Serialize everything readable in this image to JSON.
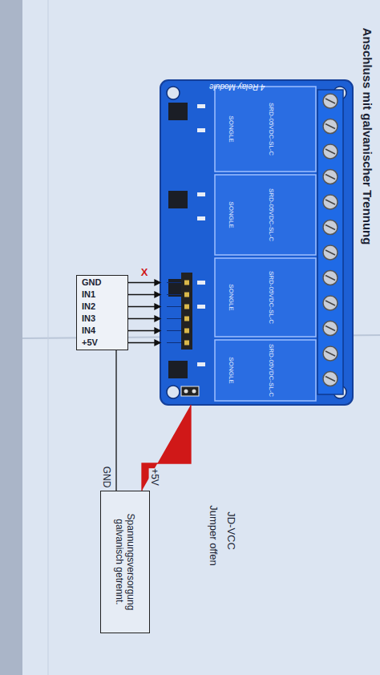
{
  "diagram": {
    "title": "Anschluss mit galvanischer Trennung",
    "nodes": [
      {
        "text": [
          "GND",
          "IN1",
          "IN2",
          "IN3",
          "IN4",
          "+5V"
        ]
      },
      {
        "text": [
          "4 Relay Module"
        ]
      },
      {
        "text": [
          "Spannungsversorgung galvanisch getrennt."
        ]
      }
    ],
    "edges": [
      {
        "from": 0,
        "to": 1,
        "arrow": "to"
      },
      {
        "from": 2,
        "to": 1,
        "arrow": "none",
        "label": "+5V"
      },
      {
        "from": 2,
        "to": 0,
        "arrow": "none",
        "label": "GND"
      }
    ],
    "labels": [
      "X",
      "JD-VCC",
      "Jumper offen",
      "SRD-05VDC-SL-C",
      "SRD-05VDC-SL-C",
      "SRD-05VDC-SL-C",
      "SRD-05VDC-SL-C",
      "SONGLE",
      "SONGLE",
      "SONGLE",
      "SONGLE"
    ]
  }
}
